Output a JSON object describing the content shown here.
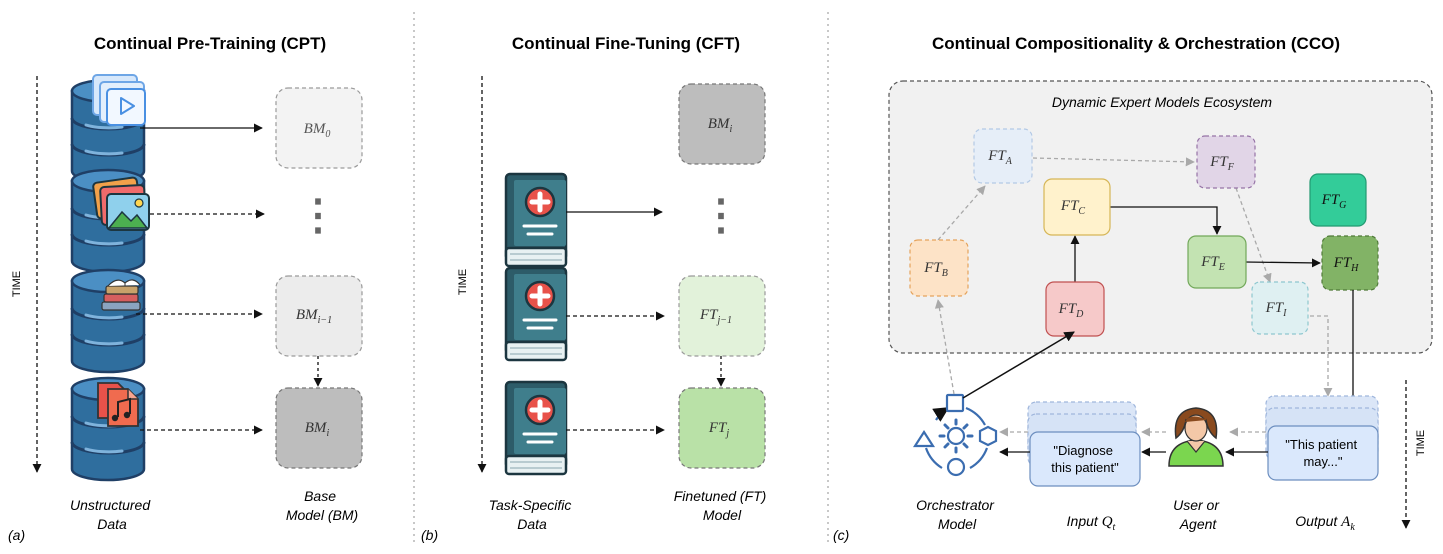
{
  "panels": {
    "cpt": {
      "title": "Continual Pre-Training (CPT)",
      "tag": "(a)",
      "time_label": "TIME",
      "left_caption": [
        "Unstructured",
        "Data"
      ],
      "right_caption": [
        "Base",
        "Model (BM)"
      ],
      "sources": [
        {
          "icon": "video-file-icon"
        },
        {
          "icon": "image-file-icon"
        },
        {
          "icon": "books-icon"
        },
        {
          "icon": "audio-file-icon"
        }
      ],
      "models": [
        {
          "base": "BM",
          "sub": "0"
        },
        {
          "base": "BM",
          "sub": "i−1"
        },
        {
          "base": "BM",
          "sub": "i"
        }
      ],
      "ellipsis": "⋮"
    },
    "cft": {
      "title": "Continual Fine-Tuning (CFT)",
      "tag": "(b)",
      "time_label": "TIME",
      "left_caption": [
        "Task-Specific",
        "Data"
      ],
      "right_caption": [
        "Finetuned (FT)",
        "Model"
      ],
      "models": [
        {
          "base": "BM",
          "sub": "i"
        },
        {
          "base": "FT",
          "sub": "j−1"
        },
        {
          "base": "FT",
          "sub": "j"
        }
      ],
      "ellipsis": "⋮"
    },
    "cco": {
      "title": "Continual Compositionality & Orchestration (CCO)",
      "tag": "(c)",
      "time_label": "TIME",
      "ecosystem_label": "Dynamic Expert Models Ecosystem",
      "experts": [
        {
          "id": "A",
          "base": "FT",
          "sub": "A"
        },
        {
          "id": "B",
          "base": "FT",
          "sub": "B"
        },
        {
          "id": "C",
          "base": "FT",
          "sub": "C"
        },
        {
          "id": "D",
          "base": "FT",
          "sub": "D"
        },
        {
          "id": "E",
          "base": "FT",
          "sub": "E"
        },
        {
          "id": "F",
          "base": "FT",
          "sub": "F"
        },
        {
          "id": "G",
          "base": "FT",
          "sub": "G"
        },
        {
          "id": "H",
          "base": "FT",
          "sub": "H"
        },
        {
          "id": "I",
          "base": "FT",
          "sub": "I"
        }
      ],
      "input_text": [
        "\"Diagnose",
        "this patient\""
      ],
      "output_text": [
        "\"This patient",
        "may...\""
      ],
      "captions": {
        "orchestrator": [
          "Orchestrator",
          "Model"
        ],
        "input": {
          "text": "Input ",
          "math": "Q",
          "sub": "t"
        },
        "user": [
          "User or",
          "Agent"
        ],
        "output": {
          "text": "Output ",
          "math": "A",
          "sub": "k"
        }
      }
    }
  },
  "colors": {
    "db_blue": "#2f6e9e",
    "db_dark": "#1f3f66",
    "bm_light": "#f3f3f3",
    "bm_mid": "#ececec",
    "bm_dark": "#bdbdbd",
    "ft_light": "#e2f2da",
    "ft_strong": "#b9e1a7",
    "eco_bg": "#f1f1f1",
    "orch_blue": "#3b6db0",
    "book_teal": "#2d5c69",
    "book_red": "#e8524a"
  }
}
